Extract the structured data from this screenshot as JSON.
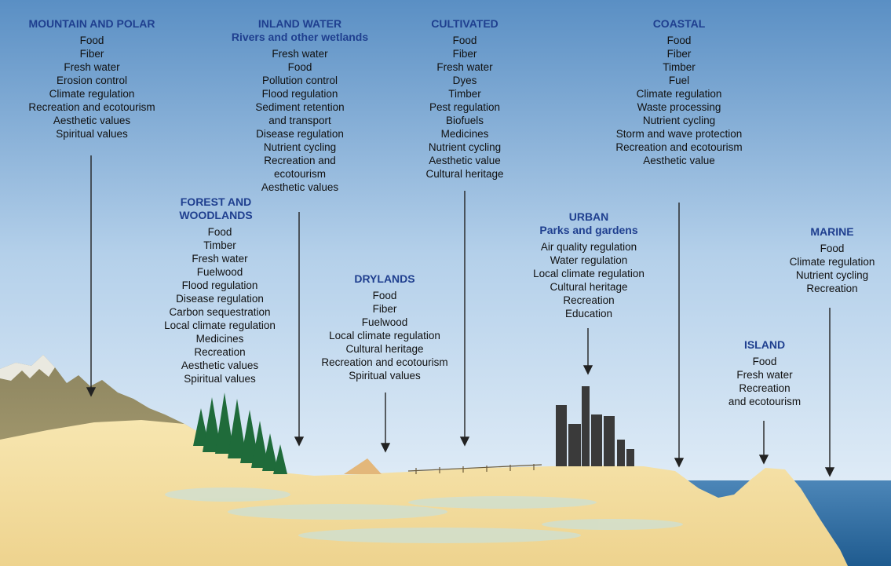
{
  "colors": {
    "title": "#1f3f8f",
    "text": "#111111",
    "sky_top": "#5a8fc4",
    "sky_bottom": "#eef5fb",
    "sand": "#f4dfa2",
    "sea": "#2e6fa3"
  },
  "ecosystems": [
    {
      "id": "mountain-and-polar",
      "title": "MOUNTAIN AND POLAR",
      "subtitle": "",
      "services": [
        "Food",
        "Fiber",
        "Fresh water",
        "Erosion control",
        "Climate regulation",
        "Recreation and ecotourism",
        "Aesthetic values",
        "Spiritual values"
      ]
    },
    {
      "id": "inland-water",
      "title": "INLAND WATER",
      "subtitle": "Rivers and other wetlands",
      "services": [
        "Fresh water",
        "Food",
        "Pollution control",
        "Flood regulation",
        "Sediment retention",
        "and transport",
        "Disease regulation",
        "Nutrient cycling",
        "Recreation and",
        "ecotourism",
        "Aesthetic values"
      ]
    },
    {
      "id": "cultivated",
      "title": "CULTIVATED",
      "subtitle": "",
      "services": [
        "Food",
        "Fiber",
        "Fresh water",
        "Dyes",
        "Timber",
        "Pest regulation",
        "Biofuels",
        "Medicines",
        "Nutrient cycling",
        "Aesthetic value",
        "Cultural heritage"
      ]
    },
    {
      "id": "coastal",
      "title": "COASTAL",
      "subtitle": "",
      "services": [
        "Food",
        "Fiber",
        "Timber",
        "Fuel",
        "Climate regulation",
        "Waste processing",
        "Nutrient cycling",
        "Storm and wave protection",
        "Recreation and ecotourism",
        "Aesthetic value"
      ]
    },
    {
      "id": "forest-and-woodlands",
      "title": "FOREST AND WOODLANDS",
      "subtitle": "",
      "services": [
        "Food",
        "Timber",
        "Fresh water",
        "Fuelwood",
        "Flood regulation",
        "Disease regulation",
        "Carbon sequestration",
        "Local climate regulation",
        "Medicines",
        "Recreation",
        "Aesthetic values",
        "Spiritual values"
      ]
    },
    {
      "id": "drylands",
      "title": "DRYLANDS",
      "subtitle": "",
      "services": [
        "Food",
        "Fiber",
        "Fuelwood",
        "Local climate regulation",
        "Cultural heritage",
        "Recreation and ecotourism",
        "Spiritual values"
      ]
    },
    {
      "id": "urban",
      "title": "URBAN",
      "subtitle": "Parks and gardens",
      "services": [
        "Air quality regulation",
        "Water regulation",
        "Local climate regulation",
        "Cultural heritage",
        "Recreation",
        "Education"
      ]
    },
    {
      "id": "marine",
      "title": "MARINE",
      "subtitle": "",
      "services": [
        "Food",
        "Climate regulation",
        "Nutrient cycling",
        "Recreation"
      ]
    },
    {
      "id": "island",
      "title": "ISLAND",
      "subtitle": "",
      "services": [
        "Food",
        "Fresh water",
        "Recreation",
        "and ecotourism"
      ]
    }
  ]
}
